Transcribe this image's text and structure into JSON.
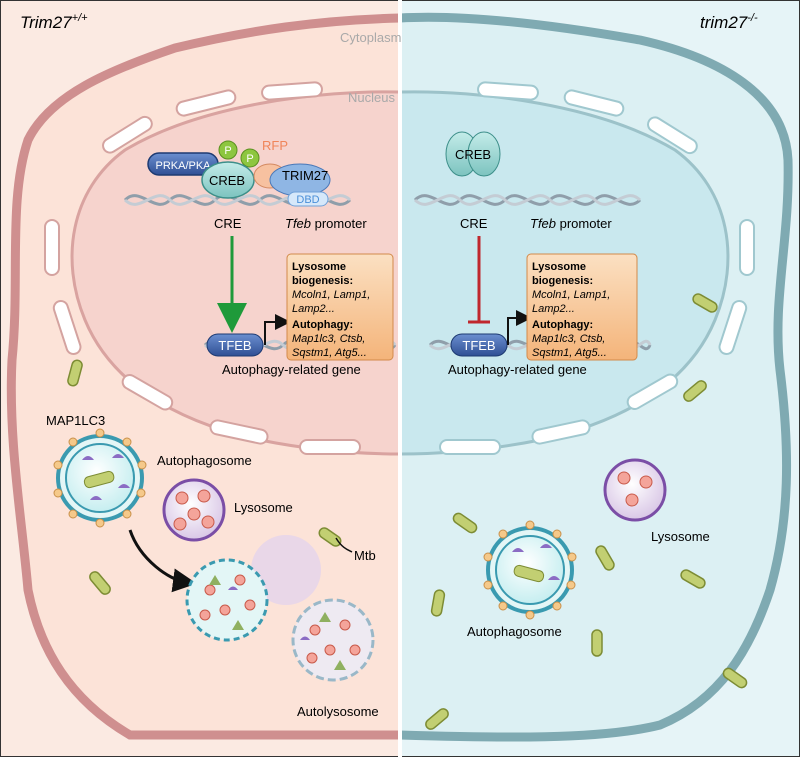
{
  "panels": {
    "left_title_gene": "Trim27",
    "left_title_sup": "+/+",
    "right_title_gene": "trim27",
    "right_title_sup": "-/-"
  },
  "labels": {
    "cytoplasm": "Cytoplasm",
    "nucleus": "Nucleus",
    "prka": "PRKA/PKA",
    "p": "P",
    "creb": "CREB",
    "rfp": "RFP",
    "trim27": "TRIM27",
    "dbd": "DBD",
    "cre": "CRE",
    "tfeb_italic": "Tfeb",
    "promoter": " promoter",
    "tfeb": "TFEB",
    "autophagy_gene": "Autophagy-related gene",
    "map1lc3": "MAP1LC3",
    "autophagosome": "Autophagosome",
    "lysosome": "Lysosome",
    "mtb": "Mtb",
    "autolysosome": "Autolysosome"
  },
  "gene_box": {
    "lyso_title_line1": "Lysosome",
    "lyso_title_line2": "biogenesis:",
    "lyso_genes_line1": "Mcoln1, Lamp1,",
    "lyso_genes_line2": "Lamp2...",
    "auto_title": "Autophagy:",
    "auto_genes_line1": "Map1lc3, Ctsb,",
    "auto_genes_line2": "Sqstm1, Atg5..."
  },
  "colors": {
    "left_bg": "#fbeae2",
    "right_bg": "#e6f4f7",
    "left_membrane": "#cf8f8f",
    "right_membrane": "#7faab2",
    "creb": "#8fd0cc",
    "tfeb": "#3d63a8",
    "phospho": "#8dc63f",
    "box_fill": "#f7bf8a",
    "activation_arrow": "#1f9a3a",
    "inhibition": "#c0272d",
    "mtb": "#b6c46a",
    "lysosome": "#c9b0d8"
  }
}
